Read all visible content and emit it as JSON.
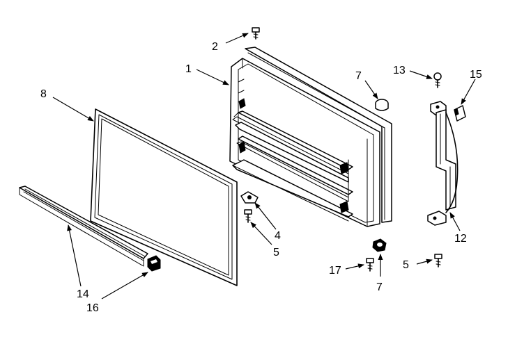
{
  "callouts": [
    {
      "id": "c1",
      "text": "1"
    },
    {
      "id": "c2",
      "text": "2"
    },
    {
      "id": "c4",
      "text": "4"
    },
    {
      "id": "c5a",
      "text": "5"
    },
    {
      "id": "c5b",
      "text": "5"
    },
    {
      "id": "c7a",
      "text": "7"
    },
    {
      "id": "c7b",
      "text": "7"
    },
    {
      "id": "c8",
      "text": "8"
    },
    {
      "id": "c12",
      "text": "12"
    },
    {
      "id": "c13",
      "text": "13"
    },
    {
      "id": "c14",
      "text": "14"
    },
    {
      "id": "c15",
      "text": "15"
    },
    {
      "id": "c16",
      "text": "16"
    },
    {
      "id": "c17",
      "text": "17"
    }
  ]
}
